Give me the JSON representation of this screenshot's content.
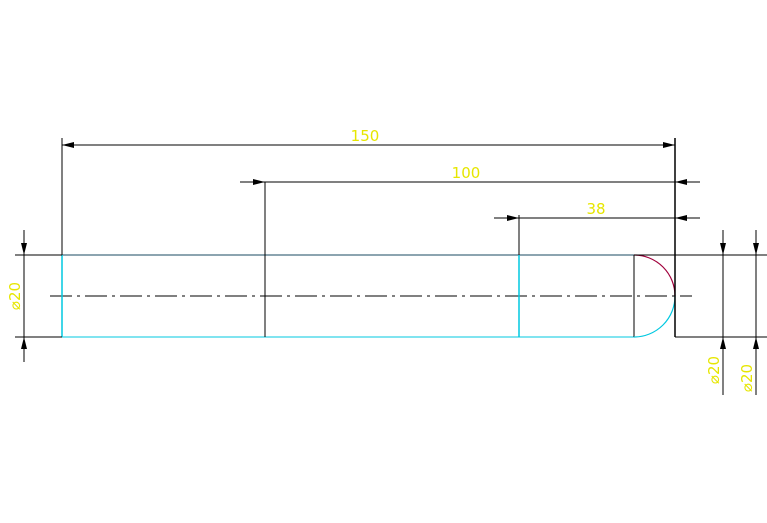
{
  "drawing": {
    "dimensions": {
      "overall_length": "150",
      "middle_length": "100",
      "end_length": "38",
      "diameter_left": "⌀20",
      "diameter_right_inner": "⌀20",
      "diameter_right_outer": "⌀20"
    },
    "colors": {
      "background": "#ffffff",
      "dimension_line": "#000000",
      "dimension_text": "#e6e600",
      "outline": "#00c8e0",
      "hidden_line": "#000000",
      "arc_accent": "#a0003c",
      "center_line": "#000000"
    }
  }
}
